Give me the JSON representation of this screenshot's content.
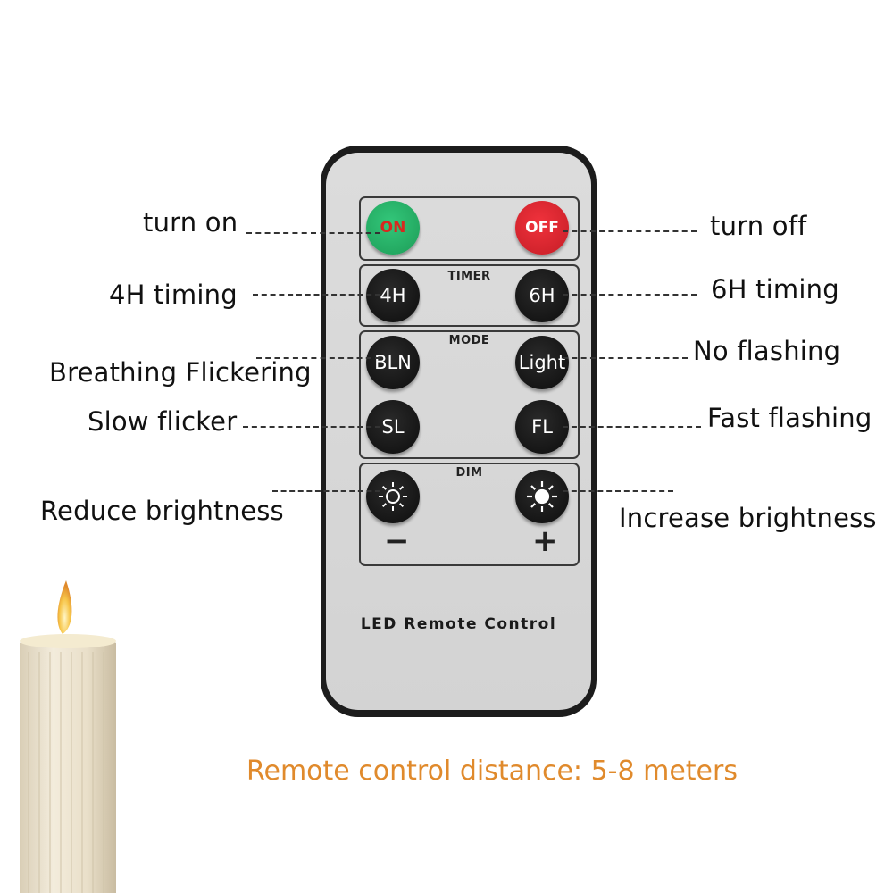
{
  "remote": {
    "groups": {
      "timer": "TIMER",
      "mode": "MODE",
      "dim": "DIM"
    },
    "buttons": {
      "on": "ON",
      "off": "OFF",
      "h4": "4H",
      "h6": "6H",
      "bln": "BLN",
      "light": "Light",
      "sl": "SL",
      "fl": "FL"
    },
    "dim_minus": "−",
    "dim_plus": "+",
    "brand": "LED Remote Control",
    "icons": [
      "sun-dim-icon",
      "sun-bright-icon"
    ]
  },
  "labels": {
    "turn_on": "turn on",
    "turn_off": "turn off",
    "timing_4h": "4H timing",
    "timing_6h": "6H timing",
    "breathing": "Breathing Flickering",
    "no_flashing": "No flashing",
    "slow_flicker": "Slow flicker",
    "fast_flashing": "Fast flashing",
    "reduce": "Reduce brightness",
    "increase": "Increase brightness"
  },
  "footer": {
    "distance": "Remote control distance: 5-8 meters"
  },
  "colors": {
    "accent": "#e08a2c",
    "on_button": "#22a862",
    "off_button": "#e0262f"
  }
}
